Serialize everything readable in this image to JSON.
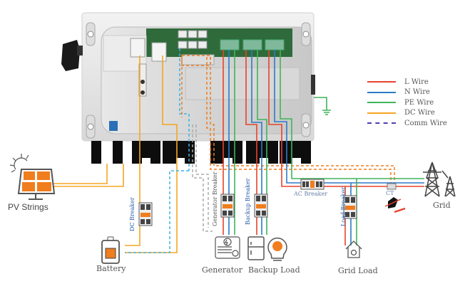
{
  "title": "Hybrid Inverter Wiring Diagram",
  "legend": [
    {
      "label": "L Wire",
      "color": "#e8432c",
      "style": "solid"
    },
    {
      "label": "N Wire",
      "color": "#2b7bc6",
      "style": "solid"
    },
    {
      "label": "PE Wire",
      "color": "#3fb45a",
      "style": "solid"
    },
    {
      "label": "DC Wire",
      "color": "#f5a623",
      "style": "solid"
    },
    {
      "label": "Comm Wire",
      "color": "#4a3fb0",
      "style": "dashed"
    }
  ],
  "components": {
    "pv": "PV Strings",
    "battery": "Battery",
    "generator": "Generator",
    "backup_load": "Backup Load",
    "grid_load": "Grid Load",
    "grid": "Grid"
  },
  "breakers": {
    "dc": "DC Breaker",
    "generator": "Generator Breaker",
    "backup": "Backup Breaker",
    "ac": "AC Breaker",
    "load": "Load Breaker",
    "ct": "CT"
  },
  "colors": {
    "accent": "#f07d1e",
    "comm_cyan": "#39b4e6",
    "comm_gray": "#aaaaaa",
    "comm_orange": "#f07d1e"
  }
}
